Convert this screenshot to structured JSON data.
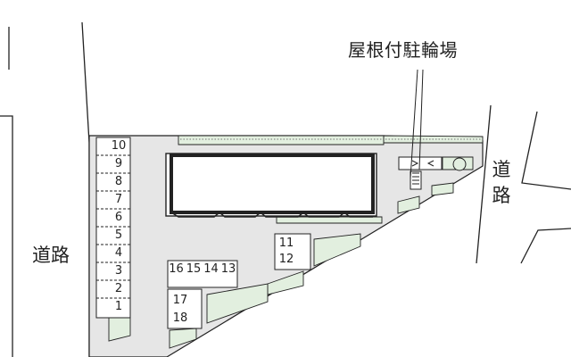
{
  "labels": {
    "covered_bicycle_parking": "屋根付駐輪場",
    "road_west": "道路",
    "road_east": "道路"
  },
  "parking": {
    "column": [
      "10",
      "9",
      "8",
      "7",
      "6",
      "5",
      "4",
      "3",
      "2",
      "1"
    ],
    "row_a": [
      "16",
      "15",
      "14",
      "13"
    ],
    "row_b": [
      "17",
      "18"
    ],
    "row_c": [
      "11",
      "12"
    ]
  },
  "colors": {
    "lot": "#e6e6e6",
    "green": "#e2efdf",
    "building": "#ffffff",
    "line": "#222222"
  }
}
